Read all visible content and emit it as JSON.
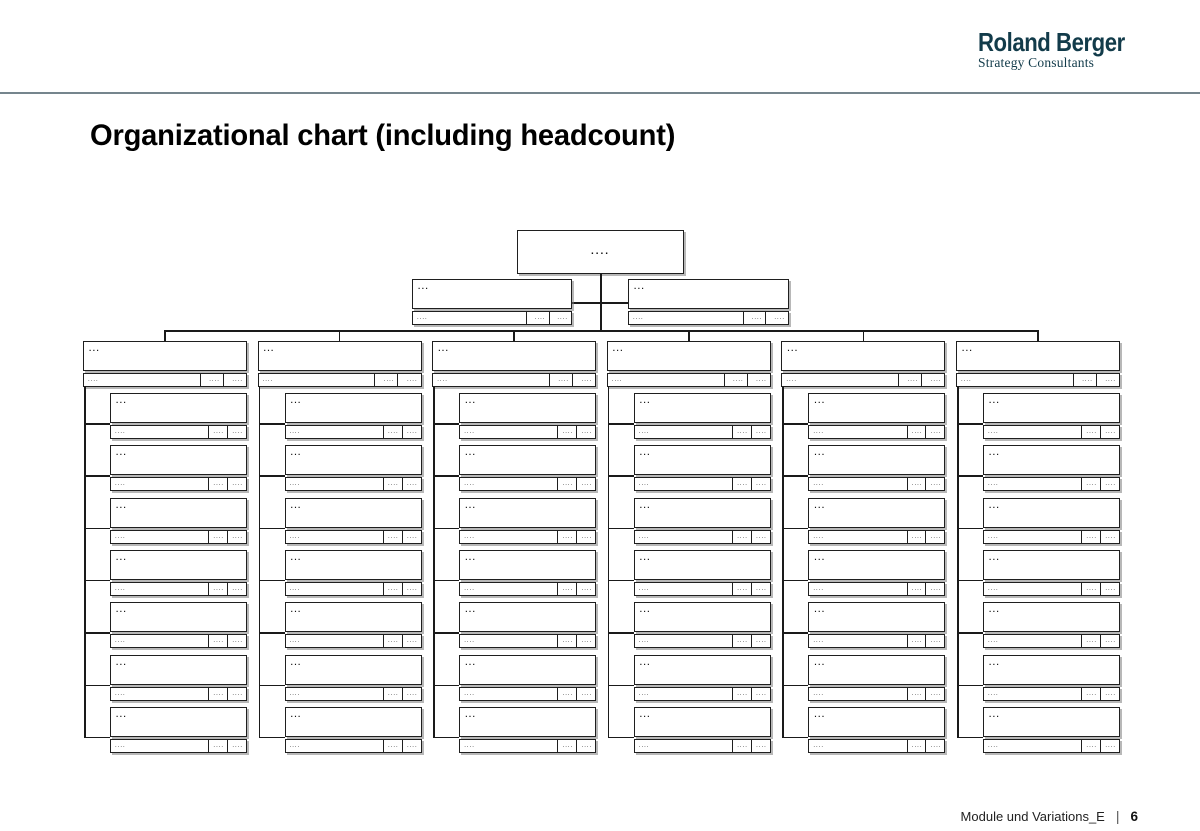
{
  "page": {
    "logo_brand": "Roland Berger",
    "logo_subtitle": "Strategy Consultants",
    "title": "Organizational chart (including headcount)",
    "footer_doc": "Module und Variations_E",
    "footer_separator": "|",
    "footer_page": "6"
  },
  "colors": {
    "brand": "#123b4a",
    "header_rule": "#75858d",
    "box_border": "#1f1f1f",
    "connector": "#1a1a1a"
  },
  "org_chart": {
    "root": {
      "title": "...."
    },
    "staff": [
      {
        "title": "...",
        "stats": [
          "....",
          "....",
          "...."
        ]
      },
      {
        "title": "...",
        "stats": [
          "....",
          "....",
          "...."
        ]
      }
    ],
    "columns": [
      {
        "header": {
          "title": "...",
          "stats": [
            "....",
            "....",
            "...."
          ]
        },
        "children": [
          {
            "title": "...",
            "stats": [
              "....",
              "....",
              "...."
            ]
          },
          {
            "title": "...",
            "stats": [
              "....",
              "....",
              "...."
            ]
          },
          {
            "title": "...",
            "stats": [
              "....",
              "....",
              "...."
            ]
          },
          {
            "title": "...",
            "stats": [
              "....",
              "....",
              "...."
            ]
          },
          {
            "title": "...",
            "stats": [
              "....",
              "....",
              "...."
            ]
          },
          {
            "title": "...",
            "stats": [
              "....",
              "....",
              "...."
            ]
          },
          {
            "title": "...",
            "stats": [
              "....",
              "....",
              "...."
            ]
          }
        ]
      },
      {
        "header": {
          "title": "...",
          "stats": [
            "....",
            "....",
            "...."
          ]
        },
        "children": [
          {
            "title": "...",
            "stats": [
              "....",
              "....",
              "...."
            ]
          },
          {
            "title": "...",
            "stats": [
              "....",
              "....",
              "...."
            ]
          },
          {
            "title": "...",
            "stats": [
              "....",
              "....",
              "...."
            ]
          },
          {
            "title": "...",
            "stats": [
              "....",
              "....",
              "...."
            ]
          },
          {
            "title": "...",
            "stats": [
              "....",
              "....",
              "...."
            ]
          },
          {
            "title": "...",
            "stats": [
              "....",
              "....",
              "...."
            ]
          },
          {
            "title": "...",
            "stats": [
              "....",
              "....",
              "...."
            ]
          }
        ]
      },
      {
        "header": {
          "title": "...",
          "stats": [
            "....",
            "....",
            "...."
          ]
        },
        "children": [
          {
            "title": "...",
            "stats": [
              "....",
              "....",
              "...."
            ]
          },
          {
            "title": "...",
            "stats": [
              "....",
              "....",
              "...."
            ]
          },
          {
            "title": "...",
            "stats": [
              "....",
              "....",
              "...."
            ]
          },
          {
            "title": "...",
            "stats": [
              "....",
              "....",
              "...."
            ]
          },
          {
            "title": "...",
            "stats": [
              "....",
              "....",
              "...."
            ]
          },
          {
            "title": "...",
            "stats": [
              "....",
              "....",
              "...."
            ]
          },
          {
            "title": "...",
            "stats": [
              "....",
              "....",
              "...."
            ]
          }
        ]
      },
      {
        "header": {
          "title": "...",
          "stats": [
            "....",
            "....",
            "...."
          ]
        },
        "children": [
          {
            "title": "...",
            "stats": [
              "....",
              "....",
              "...."
            ]
          },
          {
            "title": "...",
            "stats": [
              "....",
              "....",
              "...."
            ]
          },
          {
            "title": "...",
            "stats": [
              "....",
              "....",
              "...."
            ]
          },
          {
            "title": "...",
            "stats": [
              "....",
              "....",
              "...."
            ]
          },
          {
            "title": "...",
            "stats": [
              "....",
              "....",
              "...."
            ]
          },
          {
            "title": "...",
            "stats": [
              "....",
              "....",
              "...."
            ]
          },
          {
            "title": "...",
            "stats": [
              "....",
              "....",
              "...."
            ]
          }
        ]
      },
      {
        "header": {
          "title": "...",
          "stats": [
            "....",
            "....",
            "...."
          ]
        },
        "children": [
          {
            "title": "...",
            "stats": [
              "....",
              "....",
              "...."
            ]
          },
          {
            "title": "...",
            "stats": [
              "....",
              "....",
              "...."
            ]
          },
          {
            "title": "...",
            "stats": [
              "....",
              "....",
              "...."
            ]
          },
          {
            "title": "...",
            "stats": [
              "....",
              "....",
              "...."
            ]
          },
          {
            "title": "...",
            "stats": [
              "....",
              "....",
              "...."
            ]
          },
          {
            "title": "...",
            "stats": [
              "....",
              "....",
              "...."
            ]
          },
          {
            "title": "...",
            "stats": [
              "....",
              "....",
              "...."
            ]
          }
        ]
      },
      {
        "header": {
          "title": "...",
          "stats": [
            "....",
            "....",
            "...."
          ]
        },
        "children": [
          {
            "title": "...",
            "stats": [
              "....",
              "....",
              "...."
            ]
          },
          {
            "title": "...",
            "stats": [
              "....",
              "....",
              "...."
            ]
          },
          {
            "title": "...",
            "stats": [
              "....",
              "....",
              "...."
            ]
          },
          {
            "title": "...",
            "stats": [
              "....",
              "....",
              "...."
            ]
          },
          {
            "title": "...",
            "stats": [
              "....",
              "....",
              "...."
            ]
          },
          {
            "title": "...",
            "stats": [
              "....",
              "....",
              "...."
            ]
          },
          {
            "title": "...",
            "stats": [
              "....",
              "....",
              "...."
            ]
          }
        ]
      }
    ]
  }
}
